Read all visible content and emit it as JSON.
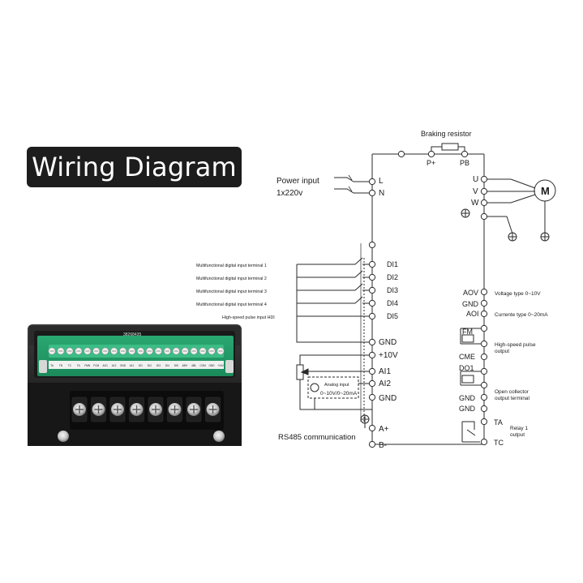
{
  "title": "Wiring Diagram",
  "photo": {
    "sticker_code": "38268435",
    "terminal_labels": [
      "TA",
      "TB",
      "TC",
      "TA",
      "FMN",
      "FCM",
      "AO1",
      "A12",
      "GND",
      "A11",
      "DI1",
      "DI2",
      "DI3",
      "DI4",
      "DI5",
      "485+",
      "485-",
      "COM",
      "GND",
      "+24V"
    ],
    "lower_screw_count": 8
  },
  "diagram": {
    "braking_resistor": "Braking resistor",
    "power_input": "Power input",
    "power_voltage": "1x220v",
    "motor_symbol": "M",
    "terminals": {
      "L": "L",
      "N": "N",
      "P_plus": "P+",
      "PB": "PB",
      "U": "U",
      "V": "V",
      "W": "W",
      "DI1": "DI1",
      "DI2": "DI2",
      "DI3": "DI3",
      "DI4": "DI4",
      "DI5": "DI5",
      "GND": "GND",
      "plus10V": "+10V",
      "AI1": "AI1",
      "AI2": "AI2",
      "A_plus": "A+",
      "B_minus": "B-",
      "AOV": "AOV",
      "AOI": "AOI",
      "FM": "FM",
      "CME": "CME",
      "DO1": "DO1",
      "TA": "TA",
      "TC": "TC"
    },
    "left_labels": [
      "Multifunctional digital input terminal 1",
      "Multifunctional digital input terminal 2",
      "Multifunctional digital input terminal 3",
      "Multifunctional digital input terminal 4",
      "High-speed pulse input HDI"
    ],
    "analog_input_title": "Analog input",
    "analog_input_range": "0~10V/0~20mA",
    "rs485": "RS485 communication",
    "right_labels": {
      "voltage_type": "Voltage type 0~10V",
      "current_type": "Currente type 0~20mA",
      "pulse_output_line1": "High-speed pulse",
      "pulse_output_line2": "output",
      "open_collector_line1": "Open collector",
      "open_collector_line2": "output terminal",
      "relay_line1": "Relay 1",
      "relay_line2": "output"
    }
  }
}
